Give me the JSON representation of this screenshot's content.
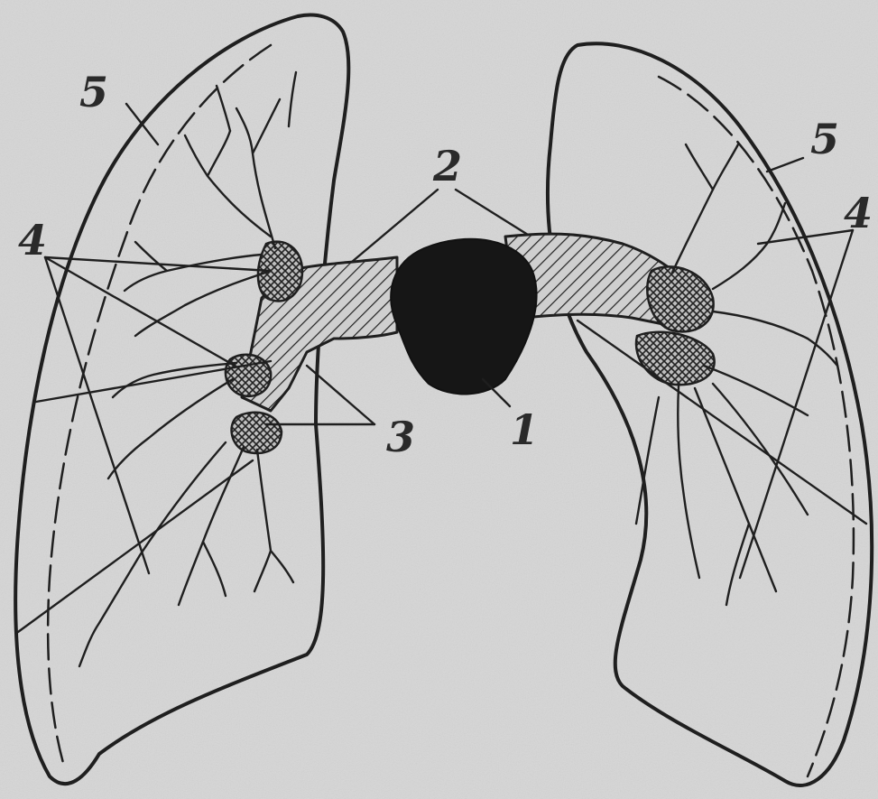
{
  "labels": {
    "l1": "1",
    "l2": "2",
    "l3": "3",
    "l4_left": "4",
    "l4_right": "4",
    "l5_left": "5",
    "l5_right": "5"
  },
  "colors": {
    "paper": "#d9d9d9",
    "ink": "#1f1f1f",
    "mass": "#1a1a1a"
  }
}
